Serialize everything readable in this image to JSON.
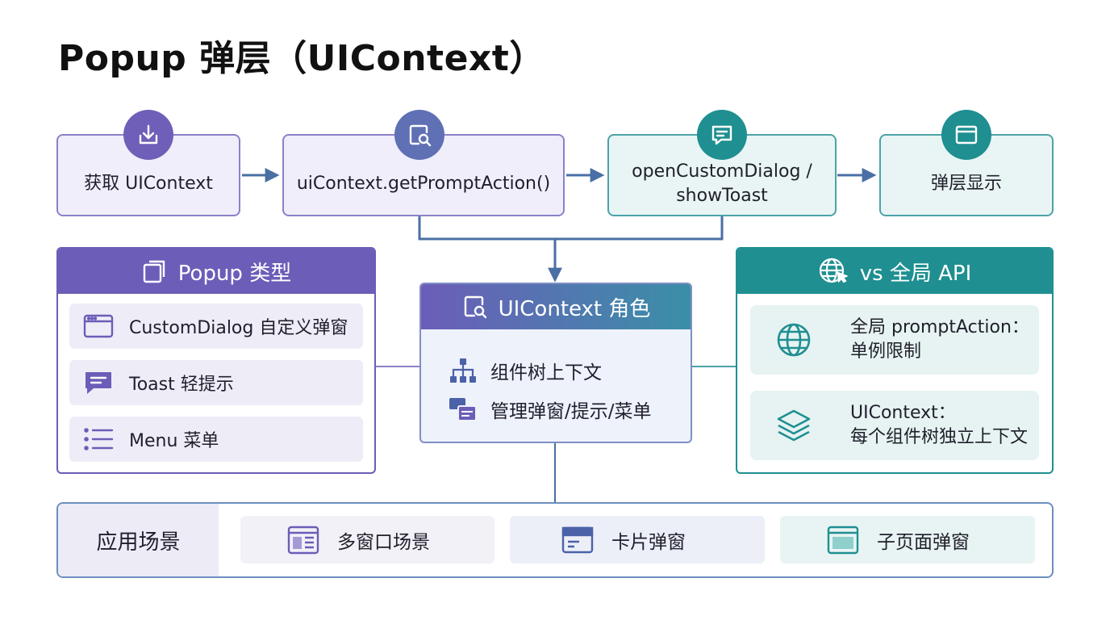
{
  "title": "Popup 弹层（UIContext）",
  "flow": {
    "steps": [
      {
        "label": "获取 UIContext",
        "icon": "download-icon"
      },
      {
        "label": "uiContext.getPromptAction()",
        "icon": "search-window-icon"
      },
      {
        "label_line1": "openCustomDialog /",
        "label_line2": "showToast",
        "icon": "chat-icon"
      },
      {
        "label": "弹层显示",
        "icon": "window-icon"
      }
    ]
  },
  "popup_types": {
    "title": "Popup 类型",
    "items": [
      {
        "label": "CustomDialog 自定义弹窗",
        "icon": "dialog-window-icon"
      },
      {
        "label": "Toast 轻提示",
        "icon": "toast-bubble-icon"
      },
      {
        "label": "Menu 菜单",
        "icon": "list-icon"
      }
    ]
  },
  "uicontext_role": {
    "title": "UIContext 角色",
    "items": [
      {
        "label": "组件树上下文",
        "icon": "tree-icon"
      },
      {
        "label": "管理弹窗/提示/菜单",
        "icon": "stacked-windows-icon"
      }
    ]
  },
  "vs_global": {
    "title": "vs 全局 API",
    "items": [
      {
        "line1": "全局 promptAction：",
        "line2": "单例限制",
        "icon": "globe-icon"
      },
      {
        "line1": "UIContext：",
        "line2": "每个组件树独立上下文",
        "icon": "layers-icon"
      }
    ]
  },
  "scenarios": {
    "label": "应用场景",
    "items": [
      {
        "label": "多窗口场景",
        "icon": "multi-window-icon"
      },
      {
        "label": "卡片弹窗",
        "icon": "card-icon"
      },
      {
        "label": "子页面弹窗",
        "icon": "subpage-icon"
      }
    ]
  },
  "colors": {
    "purple": "#6c5db8",
    "blue_purple": "#5f70b4",
    "teal": "#1f8f91",
    "connector": "#4a6fa5"
  }
}
